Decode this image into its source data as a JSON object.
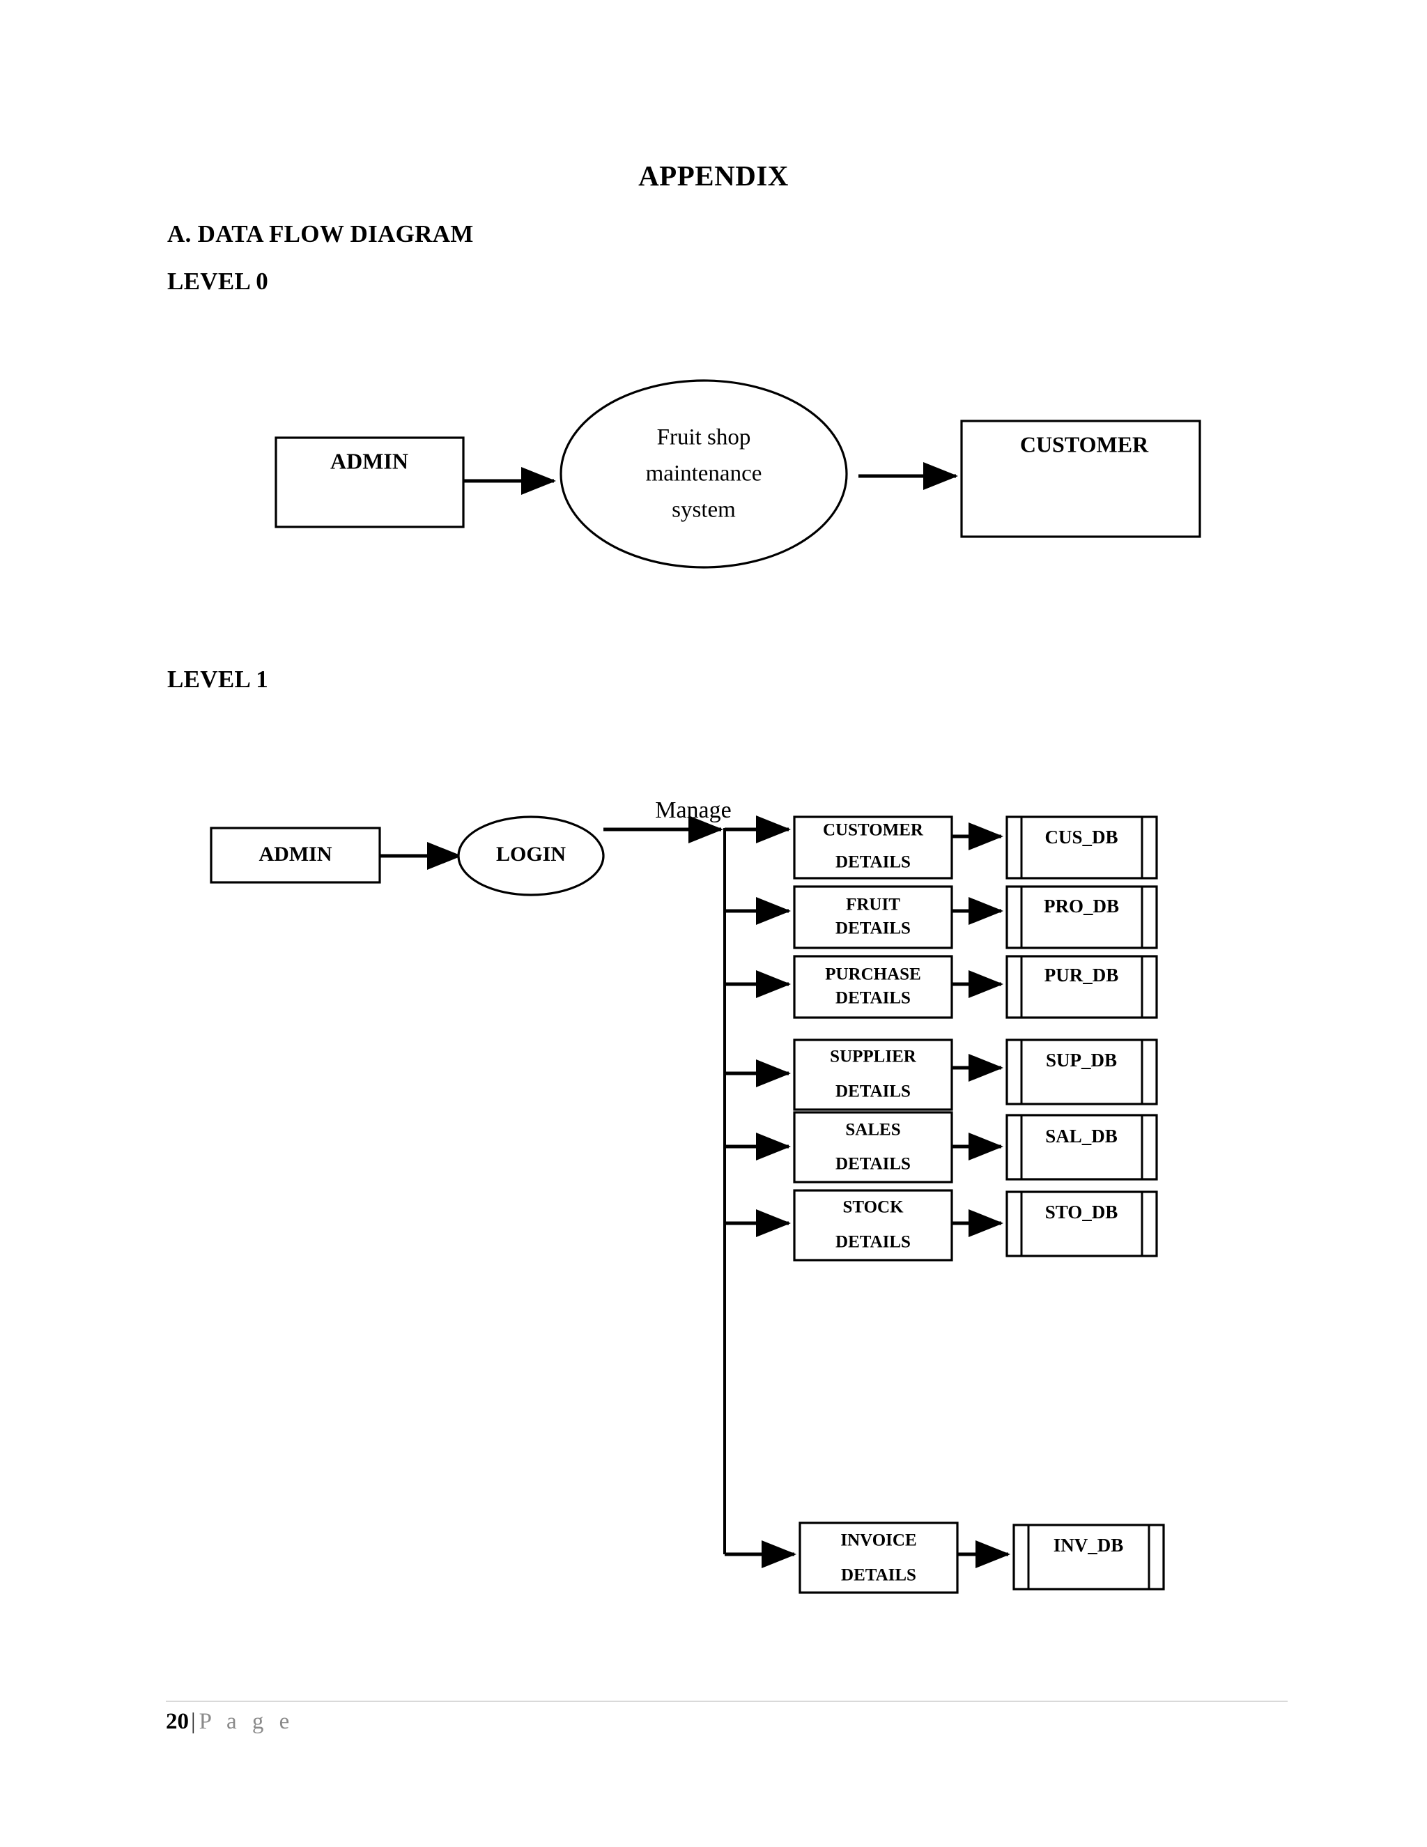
{
  "document": {
    "title": "APPENDIX",
    "section_heading": "A. DATA FLOW DIAGRAM",
    "level0_heading": "LEVEL 0",
    "level1_heading": "LEVEL 1"
  },
  "footer": {
    "page_number": "20",
    "separator": "|",
    "page_word": "P a g e"
  },
  "level0": {
    "entity_left": "ADMIN",
    "process": {
      "line1": "Fruit shop",
      "line2": "maintenance",
      "line3": "system"
    },
    "entity_right": "CUSTOMER"
  },
  "level1": {
    "entity": "ADMIN",
    "process": "LOGIN",
    "flow_label": "Manage",
    "rows": [
      {
        "process_line1": "CUSTOMER",
        "process_line2": "DETAILS",
        "store": "CUS_DB"
      },
      {
        "process_line1": "FRUIT",
        "process_line2": "DETAILS",
        "store": "PRO_DB"
      },
      {
        "process_line1": "PURCHASE",
        "process_line2": "DETAILS",
        "store": "PUR_DB"
      },
      {
        "process_line1": "SUPPLIER",
        "process_line2": "DETAILS",
        "store": "SUP_DB"
      },
      {
        "process_line1": "SALES",
        "process_line2": "DETAILS",
        "store": "SAL_DB"
      },
      {
        "process_line1": "STOCK",
        "process_line2": "DETAILS",
        "store": "STO_DB"
      },
      {
        "process_line1": "INVOICE",
        "process_line2": "DETAILS",
        "store": "INV_DB"
      }
    ]
  },
  "colors": {
    "ink": "#000000",
    "paper": "#ffffff",
    "footer_rule": "#d9d9d9",
    "footer_word": "#8a8a8a"
  }
}
